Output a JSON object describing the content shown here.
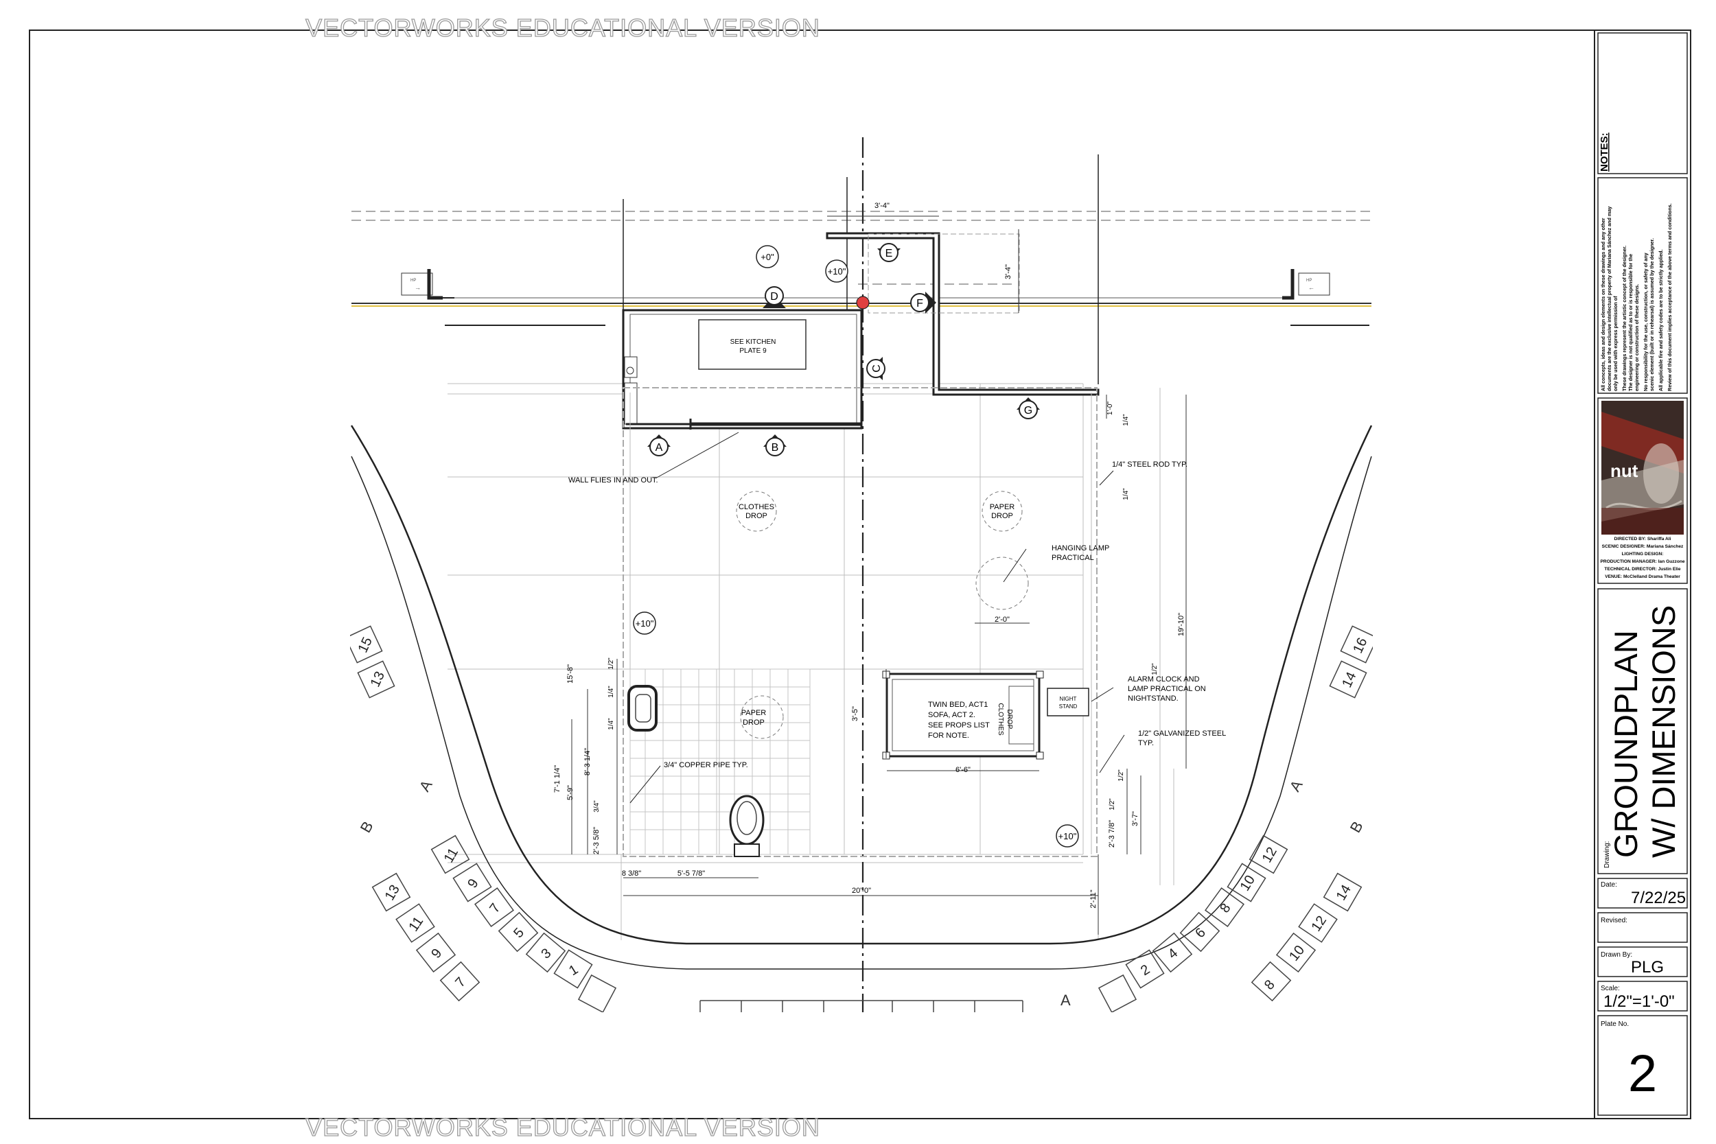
{
  "watermark": "VECTORWORKS EDUCATIONAL VERSION",
  "title_block": {
    "notes_heading": "NOTES:",
    "disclaimer": [
      "All concepts, ideas and design elements on these drawings and any other",
      "documents are the exclusive intellectual property of Mariana Sánchez and may",
      "only be used with express permission of",
      "These drawings represent the artistic concept of the designer.",
      "The designer is not qualified as to or is responsible for the",
      "engineering or construction of these designs.",
      "No responsibility for the use, construction, or safety of any",
      "scenic element (built or in rehearsal) is assumed by the designer.",
      "All applicable fire and safety codes are to be strictly applied.",
      "Review of this document implies acceptance of the above terms and conditions."
    ],
    "poster_title": "nut",
    "credits": [
      "DIRECTED BY: Shariffa Ali",
      "SCENIC DESIGNER: Mariana Sánchez",
      "LIGHTING DESIGN:",
      "PRODUCTION MANAGER: Ian Guzzone",
      "TECHNICAL DIRECTOR: Justin Elie",
      "VENUE: McClelland Drama Theater"
    ],
    "drawing_label": "Drawing:",
    "drawing_title_line1": "GROUNDPLAN",
    "drawing_title_line2": "W/ DIMENSIONS",
    "date_label": "Date:",
    "date": "7/22/25",
    "revised_label": "Revised:",
    "revised": "",
    "drawn_by_label": "Drawn By:",
    "drawn_by": "PLG",
    "scale_label": "Scale:",
    "scale": "1/2\"=1'-0\"",
    "plate_label": "Plate No.",
    "plate": "2"
  },
  "plan": {
    "section_markers": {
      "a": "A",
      "b": "B",
      "c": "C",
      "d": "D",
      "e": "E",
      "f": "F",
      "g": "G"
    },
    "elevations": {
      "e0": "+0\"",
      "e10a": "+10\"",
      "e10b": "+10\"",
      "e10c": "+10\""
    },
    "labels": {
      "see_kitchen_1": "SEE KITCHEN",
      "see_kitchen_2": "PLATE 9",
      "wall_flies": "WALL FLIES IN AND OUT.",
      "clothes_drop_1": "CLOTHES",
      "clothes_drop_2": "DROP",
      "paper_drop_top_1": "PAPER",
      "paper_drop_top_2": "DROP",
      "hanging_lamp_1": "HANGING LAMP",
      "hanging_lamp_2": "PRACTICAL",
      "steel_rod": "1/4\" STEEL ROD TYP.",
      "paper_drop_low_1": "PAPER",
      "paper_drop_low_2": "DROP",
      "bed_1": "TWIN BED, ACT1",
      "bed_2": "SOFA, ACT 2.",
      "bed_3": "SEE PROPS LIST",
      "bed_4": "FOR NOTE.",
      "clothes_drop_bed_1": "CLOTHES",
      "clothes_drop_bed_2": "DROP",
      "nightstand_1": "NIGHT",
      "nightstand_2": "STAND",
      "alarm_1": "ALARM CLOCK AND",
      "alarm_2": "LAMP PRACTICAL ON",
      "alarm_3": "NIGHTSTAND.",
      "galv_1": "1/2\" GALVANIZED STEEL",
      "galv_2": "TYP.",
      "copper_pipe": "3/4\" COPPER PIPE TYP."
    },
    "dims": {
      "d3_4a": "3'-4\"",
      "d3_4b": "3'-4\"",
      "d1_0": "1'-0\"",
      "d1_4a": "1/4\"",
      "d1_4b": "1/4\"",
      "d19_10": "19'-10\"",
      "d2_0": "2'-0\"",
      "d1_2a": "1/2\"",
      "d15_8": "15'-8\"",
      "d1_2b": "1/2\"",
      "d1_4c": "1/4\"",
      "d1_4d": "1/4\"",
      "d8_3": "8'-3 1/4\"",
      "d7_1": "7'-1 1/4\"",
      "d5_9": "5'-9\"",
      "d3_4c": "3/4\"",
      "d2_3a": "2'-3 5/8\"",
      "d3_5": "3'-5\"",
      "d6_6": "6'-6\"",
      "d1_2c": "1/2\"",
      "d1_2d": "1/2\"",
      "d2_3b": "2'-3 7/8\"",
      "d3_7": "3'-7\"",
      "d8_3b": "8 3/8\"",
      "d5_5": "5'-5 7/8\"",
      "d20_0": "20'-0\"",
      "d2_11": "2'-11\""
    },
    "seat_numbers_left": [
      "15",
      "13",
      "11",
      "9",
      "7",
      "5",
      "3",
      "1",
      "13",
      "11",
      "9",
      "7"
    ],
    "seat_numbers_right": [
      "16",
      "14",
      "12",
      "10",
      "8",
      "6",
      "4",
      "2",
      "14",
      "12",
      "10",
      "8"
    ],
    "row_letters": {
      "left_a": "A",
      "left_b": "B",
      "right_a": "A",
      "right_b": "B",
      "bottom_a": "A"
    }
  }
}
